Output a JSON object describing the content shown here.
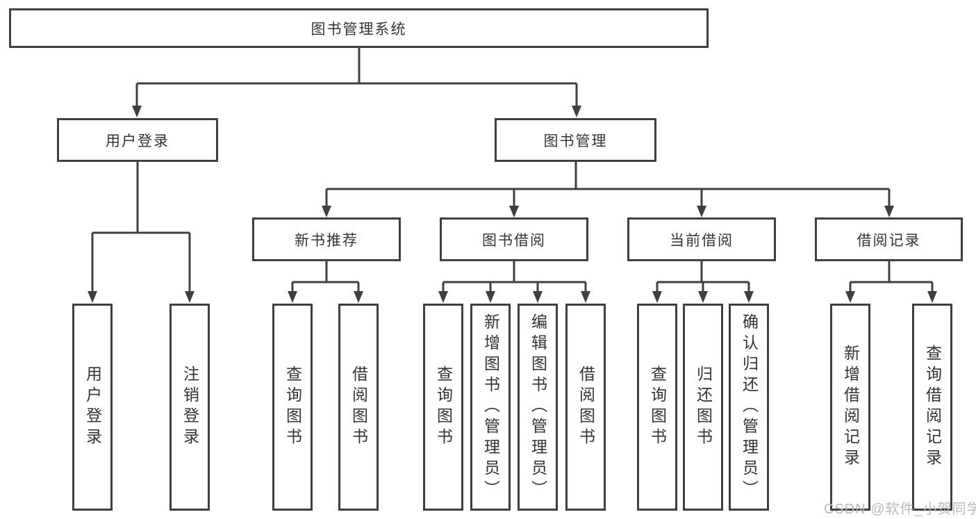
{
  "colors": {
    "line": "#3f3f3f",
    "text": "#333333",
    "box_background": "#ffffff",
    "page_background": "#ffffff",
    "watermark": "#b9b9b9"
  },
  "watermark": "CSDN @软件_小贺同学",
  "tree": {
    "label": "图书管理系统",
    "children": [
      {
        "label": "用户登录",
        "children": [
          {
            "label": "用户登录"
          },
          {
            "label": "注销登录"
          }
        ]
      },
      {
        "label": "图书管理",
        "children": [
          {
            "label": "新书推荐",
            "children": [
              {
                "label": "查询图书"
              },
              {
                "label": "借阅图书"
              }
            ]
          },
          {
            "label": "图书借阅",
            "children": [
              {
                "label": "查询图书"
              },
              {
                "label": "新增图书（管理员）"
              },
              {
                "label": "编辑图书（管理员）"
              },
              {
                "label": "借阅图书"
              }
            ]
          },
          {
            "label": "当前借阅",
            "children": [
              {
                "label": "查询图书"
              },
              {
                "label": "归还图书"
              },
              {
                "label": "确认归还（管理员）"
              }
            ]
          },
          {
            "label": "借阅记录",
            "children": [
              {
                "label": "新增借阅记录"
              },
              {
                "label": "查询借阅记录"
              }
            ]
          }
        ]
      }
    ]
  }
}
